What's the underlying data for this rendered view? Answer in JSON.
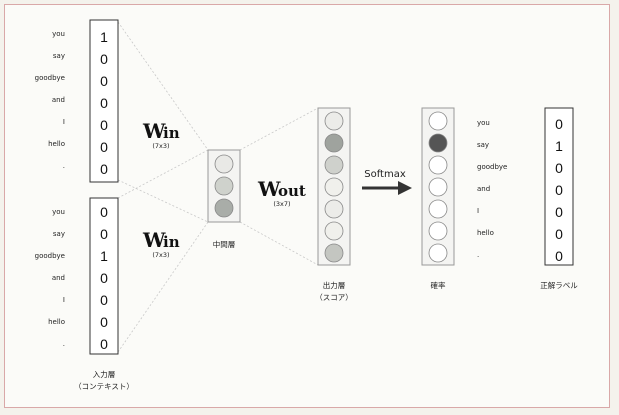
{
  "words": [
    "you",
    "say",
    "goodbye",
    "and",
    "I",
    "hello",
    "."
  ],
  "input_vector_1": [
    "1",
    "0",
    "0",
    "0",
    "0",
    "0",
    "0"
  ],
  "input_vector_2": [
    "0",
    "0",
    "1",
    "0",
    "0",
    "0",
    "0"
  ],
  "label_vector": [
    "0",
    "1",
    "0",
    "0",
    "0",
    "0",
    "0"
  ],
  "weights": {
    "win_main": "W",
    "win_sub": "in",
    "win_dim": "(7x3)",
    "wout_main": "W",
    "wout_sub": "out",
    "wout_dim": "(3x7)"
  },
  "softmax_label": "Softmax",
  "labels": {
    "input_line1": "入力層",
    "input_line2": "（コンテキスト）",
    "middle": "中間層",
    "output_line1": "出力層",
    "output_line2": "（スコア）",
    "probability": "確率",
    "answer": "正解ラベル"
  },
  "colors": {
    "middle_neurons": [
      "#e9e9e6",
      "#cfd2cc",
      "#a9ada8"
    ],
    "output_neurons": [
      "#ecece9",
      "#9fa39e",
      "#cfd1cc",
      "#f0f0ec",
      "#ecece9",
      "#f0f0ec",
      "#c4c6c1"
    ],
    "probability_neurons": [
      "#ffffff",
      "#555555",
      "#ffffff",
      "#ffffff",
      "#ffffff",
      "#ffffff",
      "#ffffff"
    ]
  }
}
